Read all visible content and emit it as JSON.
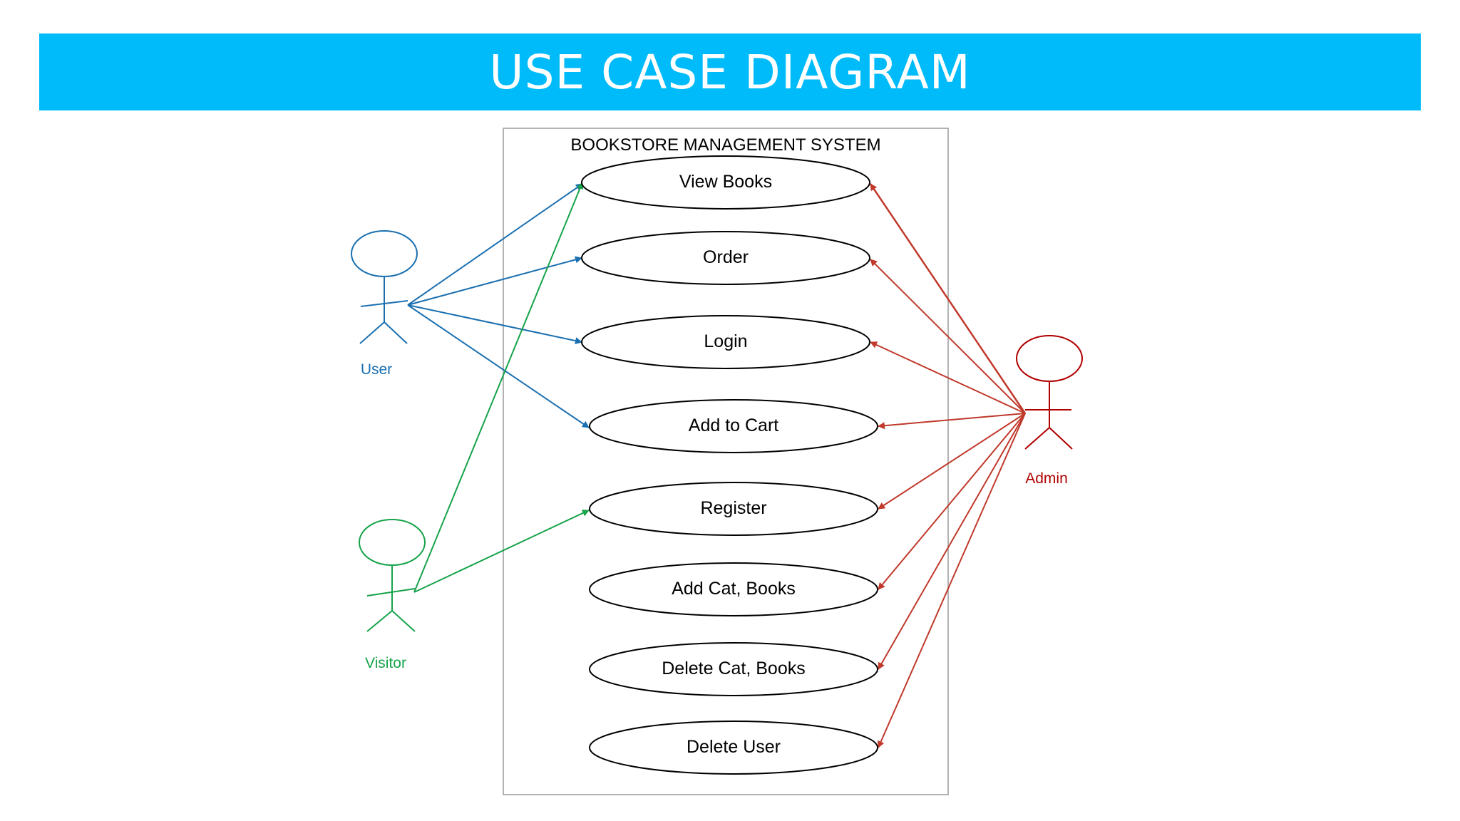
{
  "title": "USE CASE DIAGRAM",
  "system": {
    "label": "BOOKSTORE MANAGEMENT SYSTEM"
  },
  "colors": {
    "banner": "#00bbf9",
    "user": "#1a6fb0",
    "visitor": "#16a34a",
    "admin": "#c0392b",
    "admin_label": "#b00000"
  },
  "actors": [
    {
      "id": "user",
      "label": "User"
    },
    {
      "id": "visitor",
      "label": "Visitor"
    },
    {
      "id": "admin",
      "label": "Admin"
    }
  ],
  "use_cases": [
    {
      "id": "view_books",
      "label": "View Books"
    },
    {
      "id": "order",
      "label": "Order"
    },
    {
      "id": "login",
      "label": "Login"
    },
    {
      "id": "add_to_cart",
      "label": "Add to Cart"
    },
    {
      "id": "register",
      "label": "Register"
    },
    {
      "id": "add_cat_books",
      "label": "Add Cat, Books"
    },
    {
      "id": "delete_cat_books",
      "label": "Delete Cat, Books"
    },
    {
      "id": "delete_user",
      "label": "Delete User"
    }
  ],
  "associations": [
    {
      "from": "user",
      "to": "view_books"
    },
    {
      "from": "user",
      "to": "order"
    },
    {
      "from": "user",
      "to": "login"
    },
    {
      "from": "user",
      "to": "add_to_cart"
    },
    {
      "from": "visitor",
      "to": "view_books"
    },
    {
      "from": "visitor",
      "to": "register"
    },
    {
      "from": "admin",
      "to": "view_books"
    },
    {
      "from": "admin",
      "to": "order"
    },
    {
      "from": "admin",
      "to": "login"
    },
    {
      "from": "admin",
      "to": "add_to_cart"
    },
    {
      "from": "admin",
      "to": "register"
    },
    {
      "from": "admin",
      "to": "add_cat_books"
    },
    {
      "from": "admin",
      "to": "delete_cat_books"
    },
    {
      "from": "admin",
      "to": "delete_user"
    }
  ]
}
